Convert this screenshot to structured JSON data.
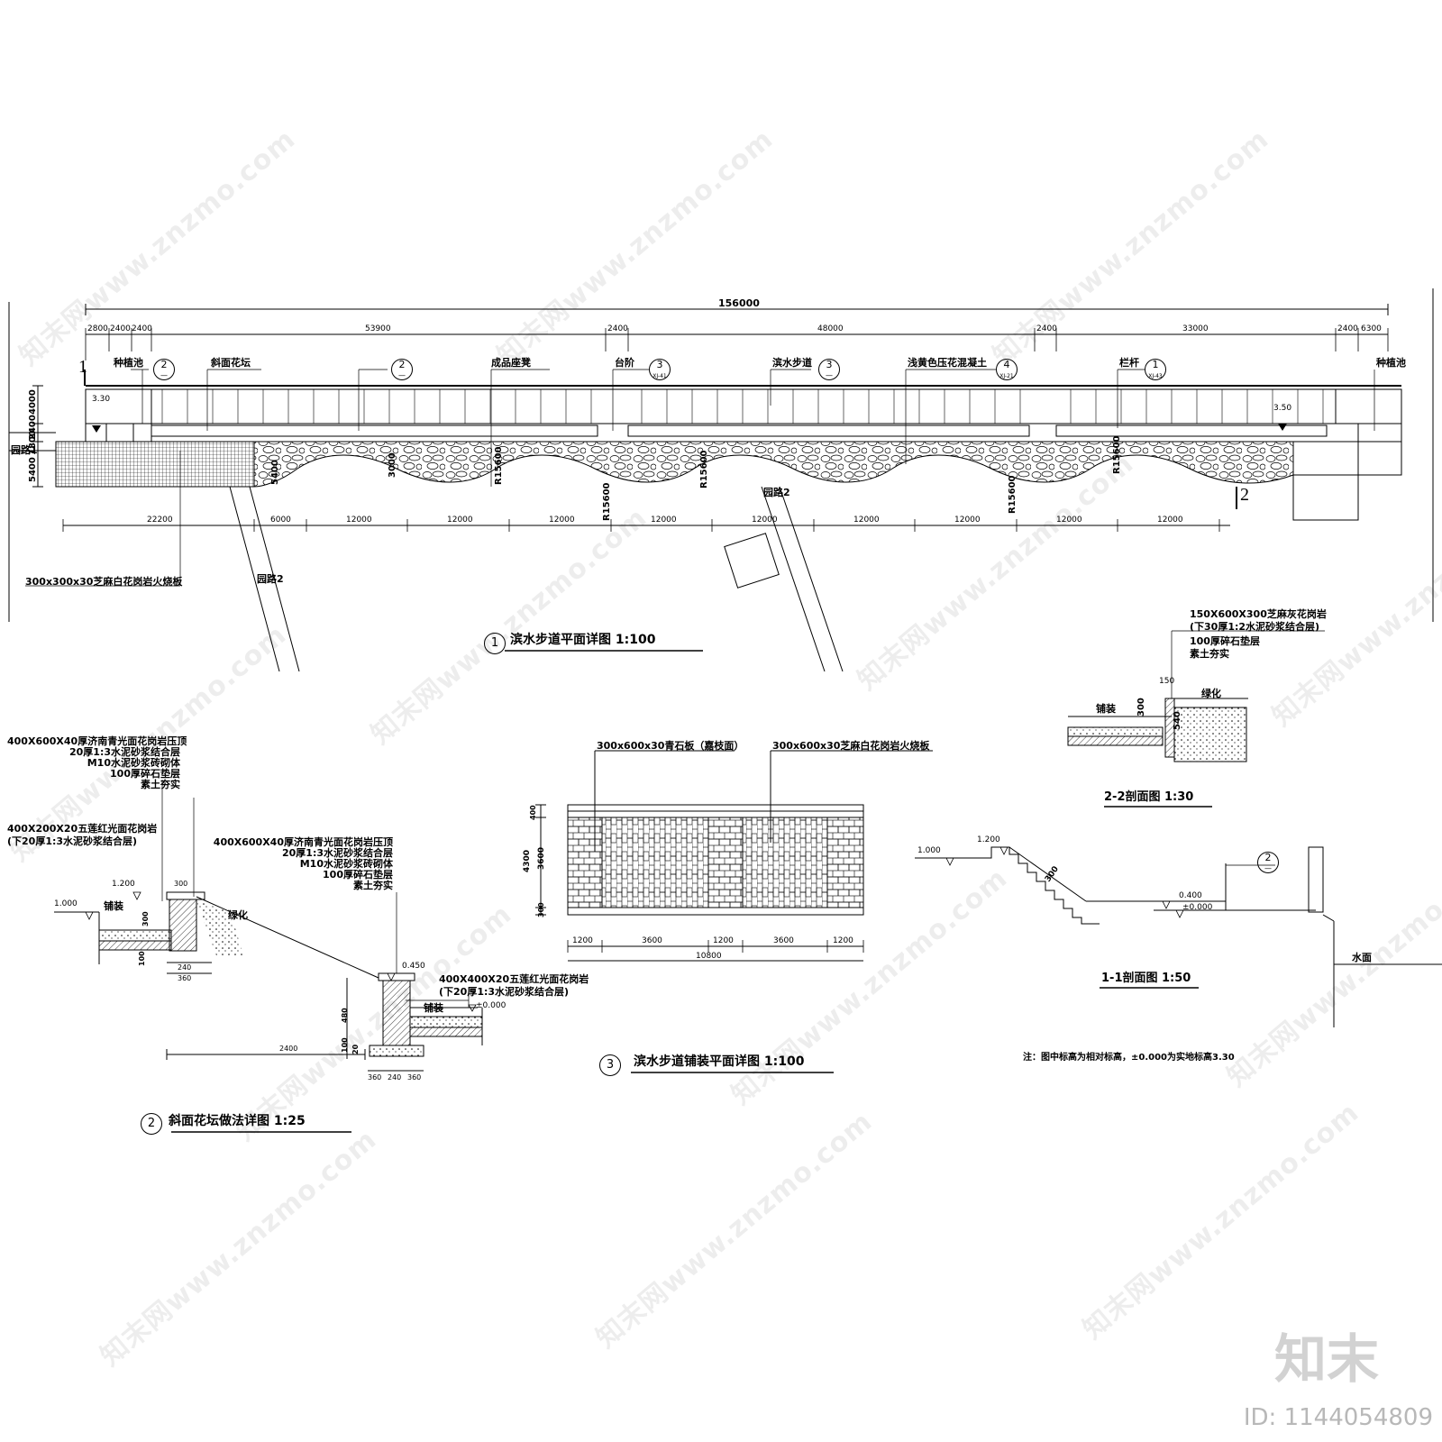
{
  "plan": {
    "title": "滨水步道平面详图 1:100",
    "number": "1",
    "total_dim": "156000",
    "top_dims": [
      "2800",
      "2400",
      "2400",
      "53900",
      "2400",
      "48000",
      "2400",
      "33000",
      "2400",
      "6300"
    ],
    "bottom_dims": [
      "22200",
      "6000",
      "12000",
      "12000",
      "12000",
      "12000",
      "12000",
      "12000",
      "12000",
      "12000",
      "12000"
    ],
    "left_dims": [
      "4000",
      "2400",
      "5400",
      "1800"
    ],
    "labels": {
      "plant_pool_left": "种植池",
      "slope_bed": "斜面花坛",
      "bench": "成品座凳",
      "steps": "台阶",
      "walkway": "滨水步道",
      "concrete": "浅黄色压花混凝土",
      "railing": "栏杆",
      "plant_pool_right": "种植池",
      "road1": "园路1",
      "road2a": "园路2",
      "road2b": "园路2",
      "granite": "300x300x30芝麻白花岗岩火烧板",
      "elev_left": "3.30",
      "elev_right": "3.50",
      "radius1": "R15600",
      "radius2": "R15600",
      "radius3": "R15600",
      "radius4": "R15600",
      "radius5": "R15600",
      "sec1": "1",
      "sec2": "2",
      "dim_3000": "3000",
      "dim_5400": "5400"
    },
    "callouts": [
      {
        "num": "2",
        "ref": "—"
      },
      {
        "num": "2",
        "ref": "—"
      },
      {
        "num": "3",
        "ref": "XJ-41"
      },
      {
        "num": "3",
        "ref": "—"
      },
      {
        "num": "4",
        "ref": "XJ-21"
      },
      {
        "num": "1",
        "ref": "XJ-43"
      }
    ]
  },
  "slope": {
    "title": "斜面花坛做法详图 1:25",
    "number": "2",
    "spec_top": [
      "400X600X40厚济南青光面花岗岩压顶",
      "20厚1:3水泥砂浆结合层",
      "M10水泥砂浆砖砌体",
      "100厚碎石垫层",
      "素土夯实"
    ],
    "spec_left": [
      "400X200X20五莲红光面花岗岩",
      "(下20厚1:3水泥砂浆结合层)"
    ],
    "spec_mid": [
      "400X600X40厚济南青光面花岗岩压顶",
      "20厚1:3水泥砂浆结合层",
      "M10水泥砂浆砖砌体",
      "100厚碎石垫层",
      "素土夯实"
    ],
    "spec_right": [
      "400X400X20五莲红光面花岗岩",
      "(下20厚1:3水泥砂浆结合层)"
    ],
    "elev_1": "1.000",
    "elev_2": "1.200",
    "elev_3": "0.450",
    "elev_4": "±0.000",
    "paving_l": "铺装",
    "paving_r": "铺装",
    "green": "绿化",
    "dims": [
      "300",
      "300",
      "240",
      "360",
      "100",
      "2400",
      "480",
      "100",
      "20",
      "360",
      "240",
      "360"
    ]
  },
  "paving": {
    "title": "滨水步道铺装平面详图 1:100",
    "number": "3",
    "label_a": "300x600x30青石板（嘉枝面）",
    "label_b": "300x600x30芝麻白花岗岩火烧板",
    "dims_h": [
      "1200",
      "3600",
      "1200",
      "3600",
      "1200"
    ],
    "total_h": "10800",
    "dims_v": [
      "400",
      "3600",
      "300"
    ],
    "total_v": "4300"
  },
  "section22": {
    "title": "2-2剖面图 1:30",
    "spec": [
      "150X600X300芝麻灰花岗岩",
      "(下30厚1:2水泥砂浆结合层)",
      "100厚碎石垫层",
      "素土夯实"
    ],
    "paving": "铺装",
    "green": "绿化",
    "dims": [
      "150",
      "300",
      "540"
    ]
  },
  "section11": {
    "title": "1-1剖面图 1:50",
    "elev_a": "1.000",
    "elev_b": "1.200",
    "elev_c": "0.400",
    "elev_d": "±0.000",
    "dim": "300",
    "water": "水面",
    "callout_num": "2",
    "callout_ref": "—"
  },
  "note": "注：图中标高为相对标高，±0.000为实地标高3.30",
  "watermark": "知末网www.znzmo.com",
  "brand": "知末",
  "id_text": "ID: 1144054809"
}
